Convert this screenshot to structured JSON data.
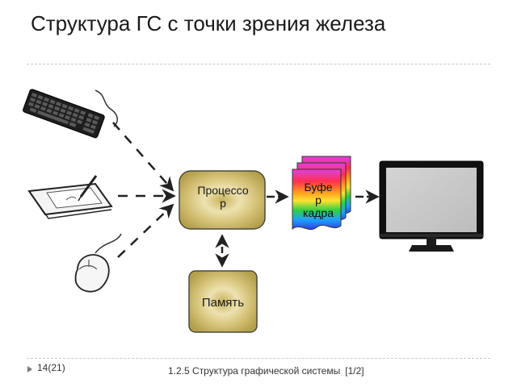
{
  "slide": {
    "title": "Структура ГС с точки зрения железа",
    "page_number": "14(21)",
    "footer": "1.2.5 Структура графической системы",
    "footer_page": "[1/2]"
  },
  "diagram": {
    "processor_label": "Процессо\nр",
    "frame_buffer_label": "Буфе\nр\nкадра",
    "memory_label": "Память"
  },
  "colors": {
    "block_fill": "#cdbb6e",
    "block_border": "#4a4a3a",
    "arrow": "#222222"
  },
  "icons": [
    "keyboard-icon",
    "graphics-tablet-icon",
    "mouse-icon",
    "monitor-icon"
  ]
}
